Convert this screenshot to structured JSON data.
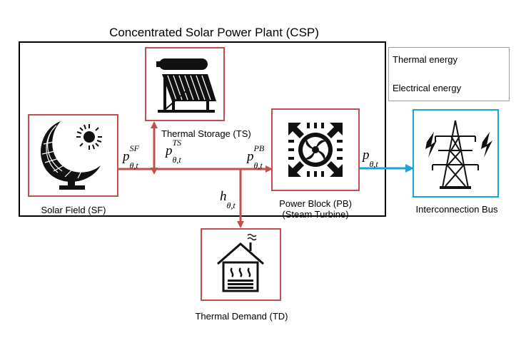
{
  "diagram": {
    "title": "Concentrated Solar Power Plant (CSP)",
    "components": {
      "solar_field": "Solar Field (SF)",
      "thermal_storage": "Thermal Storage (TS)",
      "power_block_line1": "Power Block (PB)",
      "power_block_line2": "(Steam Turbine)",
      "thermal_demand": "Thermal Demand (TD)",
      "interconnection_bus": "Interconnection Bus"
    },
    "legend": {
      "thermal": "Thermal energy",
      "electrical": "Electrical energy"
    },
    "variables": {
      "p_sf_base": "p",
      "p_sf_sup": "SF",
      "p_sf_sub": "θ,t",
      "p_ts_base": "p",
      "p_ts_sup": "TS",
      "p_ts_sub": "θ,t",
      "p_pb_base": "p",
      "p_pb_sup": "PB",
      "p_pb_sub": "θ,t",
      "h_base": "h",
      "h_sub": "θ,t",
      "p_base": "p",
      "p_sub": "θ,t"
    },
    "colors": {
      "thermal": "#c0504d",
      "electrical": "#1aa3dc",
      "border": "#000000"
    }
  }
}
